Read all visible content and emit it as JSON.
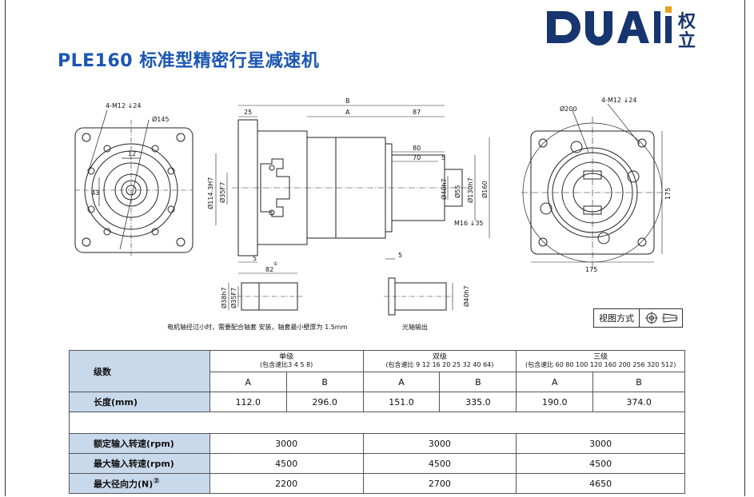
{
  "title": "PLE160 标准型精密行星减速机",
  "logo": {
    "text": "DUAII",
    "cn_top": "权",
    "cn_bottom": "立"
  },
  "drawing": {
    "front_view": {
      "hole_label": "4-M12 ↓24",
      "dia_label": "Ø145",
      "dim_12": "12",
      "dim_43": "43"
    },
    "side_view": {
      "B": "B",
      "A": "A",
      "d87": "87",
      "d25": "25",
      "d80": "80",
      "d70": "70",
      "d5a": "5",
      "d5b": "5",
      "d82": "82",
      "d5c": "5",
      "phi114": "Ø114.3H7",
      "phi35": "Ø35F7",
      "phi40": "Ø40h7",
      "phi55": "Ø55",
      "phi130": "Ø130h7",
      "phi160": "Ø160",
      "thread": "M16 ↓35",
      "circ1": "①"
    },
    "rear_view": {
      "dia": "Ø200",
      "hole_label": "4-M12 ↓24",
      "d175v": "175",
      "d175h": "175"
    },
    "sleeve": {
      "phi38": "Ø38h7",
      "phi35": "Ø35F7"
    },
    "shaft": {
      "phi40": "Ø40h7"
    }
  },
  "notes": {
    "left": "电机轴径过小时，需要配合轴套 安装，轴套最小壁厚为 1.5mm",
    "right": "光轴输出"
  },
  "view_method": {
    "label": "视图方式"
  },
  "table": {
    "row_stage_label": "级数",
    "stages": [
      {
        "name": "单级",
        "ratio": "(包含速比3  4  5  8)"
      },
      {
        "name": "双级",
        "ratio": "(包含速比 9 12 16 20 25 32 40 64)"
      },
      {
        "name": "三级",
        "ratio": "(包含速比 60 80 100 120 160 200 256 320 512)"
      }
    ],
    "ab": [
      "A",
      "B",
      "A",
      "B",
      "A",
      "B"
    ],
    "length_label": "长度(mm)",
    "lengths": [
      "112.0",
      "296.0",
      "151.0",
      "335.0",
      "190.0",
      "374.0"
    ],
    "rows": [
      {
        "label": "额定输入转速(rpm)",
        "values": [
          "3000",
          "3000",
          "3000"
        ]
      },
      {
        "label": "最大输入转速(rpm)",
        "values": [
          "4500",
          "4500",
          "4500"
        ]
      },
      {
        "label": "最大径向力(N)",
        "mark": "②",
        "values": [
          "2200",
          "2700",
          "4650"
        ]
      }
    ]
  }
}
